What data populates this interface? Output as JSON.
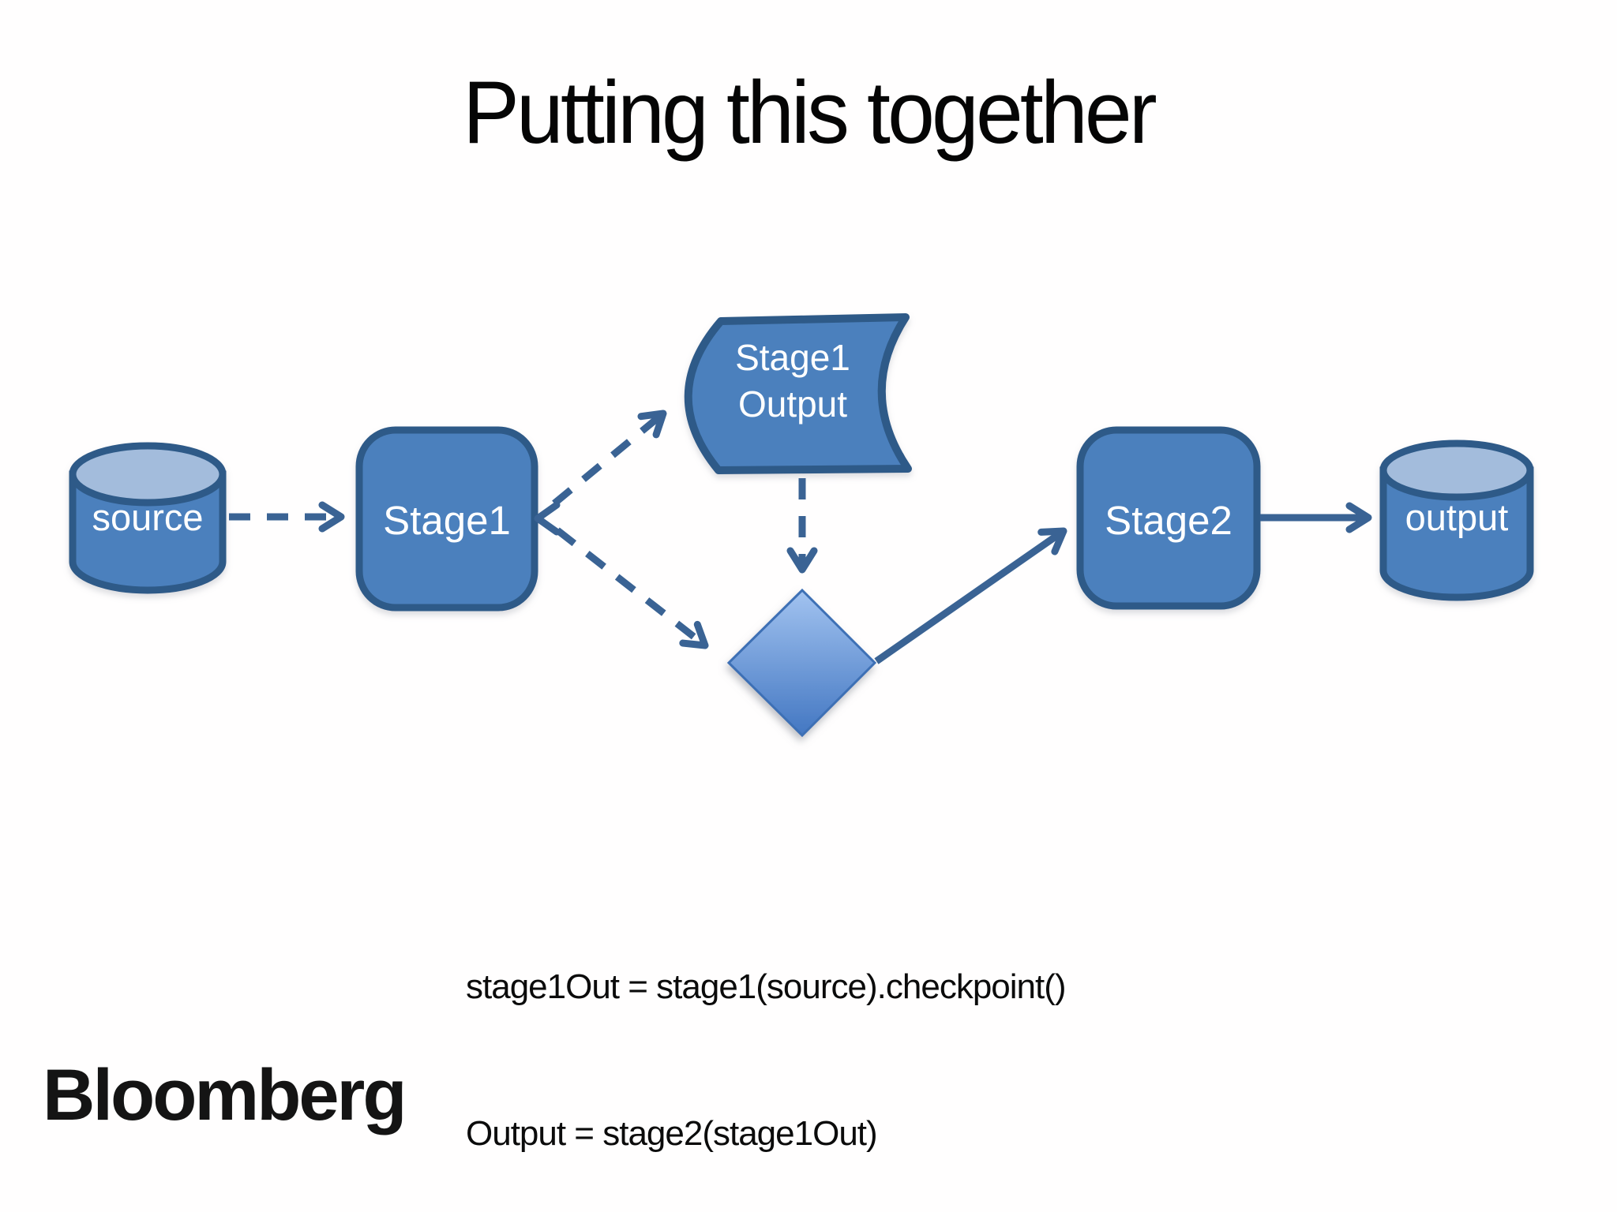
{
  "slide": {
    "title": "Putting this together",
    "logo_text": "Bloomberg",
    "background": "#FFFFFF"
  },
  "diagram": {
    "nodes": {
      "source": {
        "type": "cylinder",
        "label": "source"
      },
      "stage1": {
        "type": "rounded-rect",
        "label": "Stage1"
      },
      "stage1_output": {
        "type": "stored-data",
        "label_line1": "Stage1",
        "label_line2": "Output"
      },
      "checkpoint_decision": {
        "type": "diamond",
        "label": ""
      },
      "stage2": {
        "type": "rounded-rect",
        "label": "Stage2"
      },
      "output": {
        "type": "cylinder",
        "label": "output"
      }
    },
    "edges": [
      {
        "from": "source",
        "to": "stage1",
        "style": "dashed"
      },
      {
        "from": "stage1",
        "to": "stage1_output",
        "style": "dashed",
        "arrowhead_also_at_stage1": true
      },
      {
        "from": "stage1_output",
        "to": "checkpoint_decision",
        "style": "dashed"
      },
      {
        "from": "stage1",
        "to": "checkpoint_decision",
        "style": "dashed"
      },
      {
        "from": "checkpoint_decision",
        "to": "stage2",
        "style": "solid"
      },
      {
        "from": "stage2",
        "to": "output",
        "style": "solid"
      }
    ],
    "colors": {
      "node_fill": "#4C80BD",
      "node_border": "#2E5A88",
      "cylinder_top_fill": "#A3BCDC",
      "diamond_top": "#A2C3F0",
      "diamond_bottom": "#4377C2",
      "arrow": "#3A6394",
      "node_text": "#FFFFFF",
      "title_text": "#050505"
    }
  },
  "code": {
    "line1": "stage1Out = stage1(source).checkpoint()",
    "line2": "Output = stage2(stage1Out)"
  }
}
